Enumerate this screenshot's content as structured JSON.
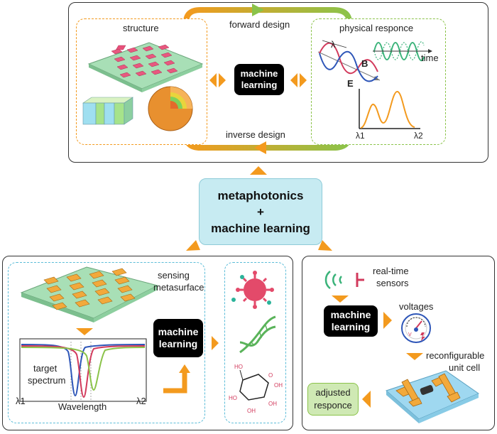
{
  "top_panel": {
    "structure_label": "structure",
    "forward_label": "forward design",
    "inverse_label": "inverse design",
    "physical_label": "physical responce",
    "ml_line1": "machine",
    "ml_line2": "learning",
    "lambda": "λ",
    "b_field": "B",
    "e_field": "E",
    "time": "time",
    "lambda1": "λ1",
    "lambda2": "λ2"
  },
  "center": {
    "line1": "metaphotonics",
    "line2": "+",
    "line3": "machine learning"
  },
  "bottom_left": {
    "sensing_label_1": "sensing",
    "sensing_label_2": "metasurface",
    "target_1": "target",
    "target_2": "spectrum",
    "wavelength": "Wavelength",
    "lambda1": "λ1",
    "lambda2": "λ2",
    "ml_line1": "machine",
    "ml_line2": "learning"
  },
  "bottom_right": {
    "rt_1": "real-time",
    "rt_2": "sensors",
    "ml_line1": "machine",
    "ml_line2": "learning",
    "voltages": "voltages",
    "reconf_1": "reconfigurable",
    "reconf_2": "unit cell",
    "adjusted_1": "adjusted",
    "adjusted_2": "responce"
  },
  "colors": {
    "orange": "#f39a1e",
    "green": "#8bc34a",
    "dark": "#1a1a1a",
    "light_blue": "#c7ebf2"
  }
}
